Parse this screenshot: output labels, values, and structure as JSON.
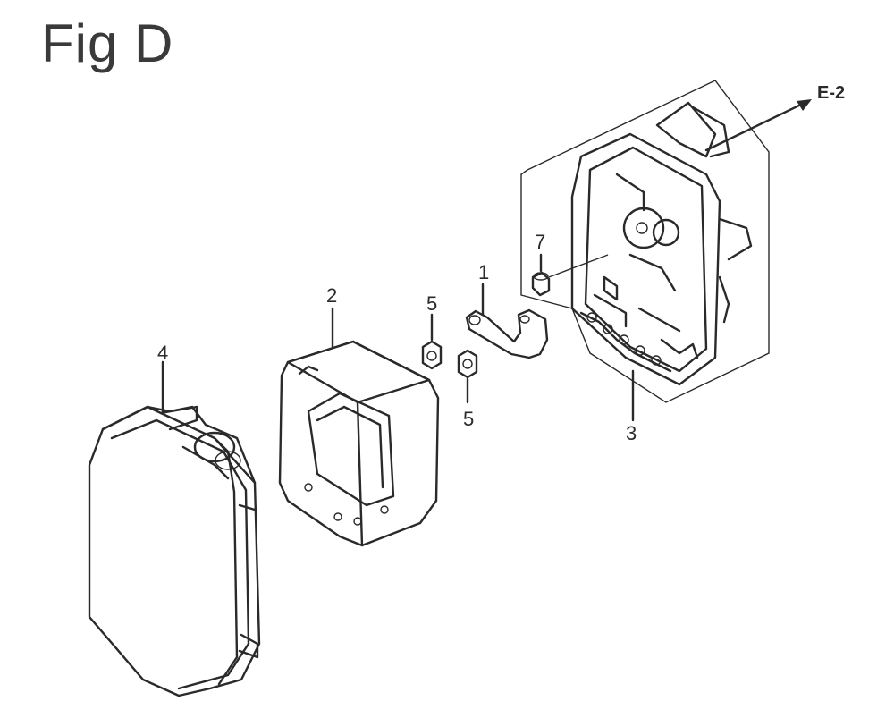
{
  "figure": {
    "title": "Fig D"
  },
  "reference": {
    "label": "E-2"
  },
  "callouts": [
    {
      "id": "1",
      "label": "1"
    },
    {
      "id": "2",
      "label": "2"
    },
    {
      "id": "3",
      "label": "3"
    },
    {
      "id": "4",
      "label": "4"
    },
    {
      "id": "5a",
      "label": "5"
    },
    {
      "id": "5b",
      "label": "5"
    },
    {
      "id": "7",
      "label": "7"
    }
  ]
}
